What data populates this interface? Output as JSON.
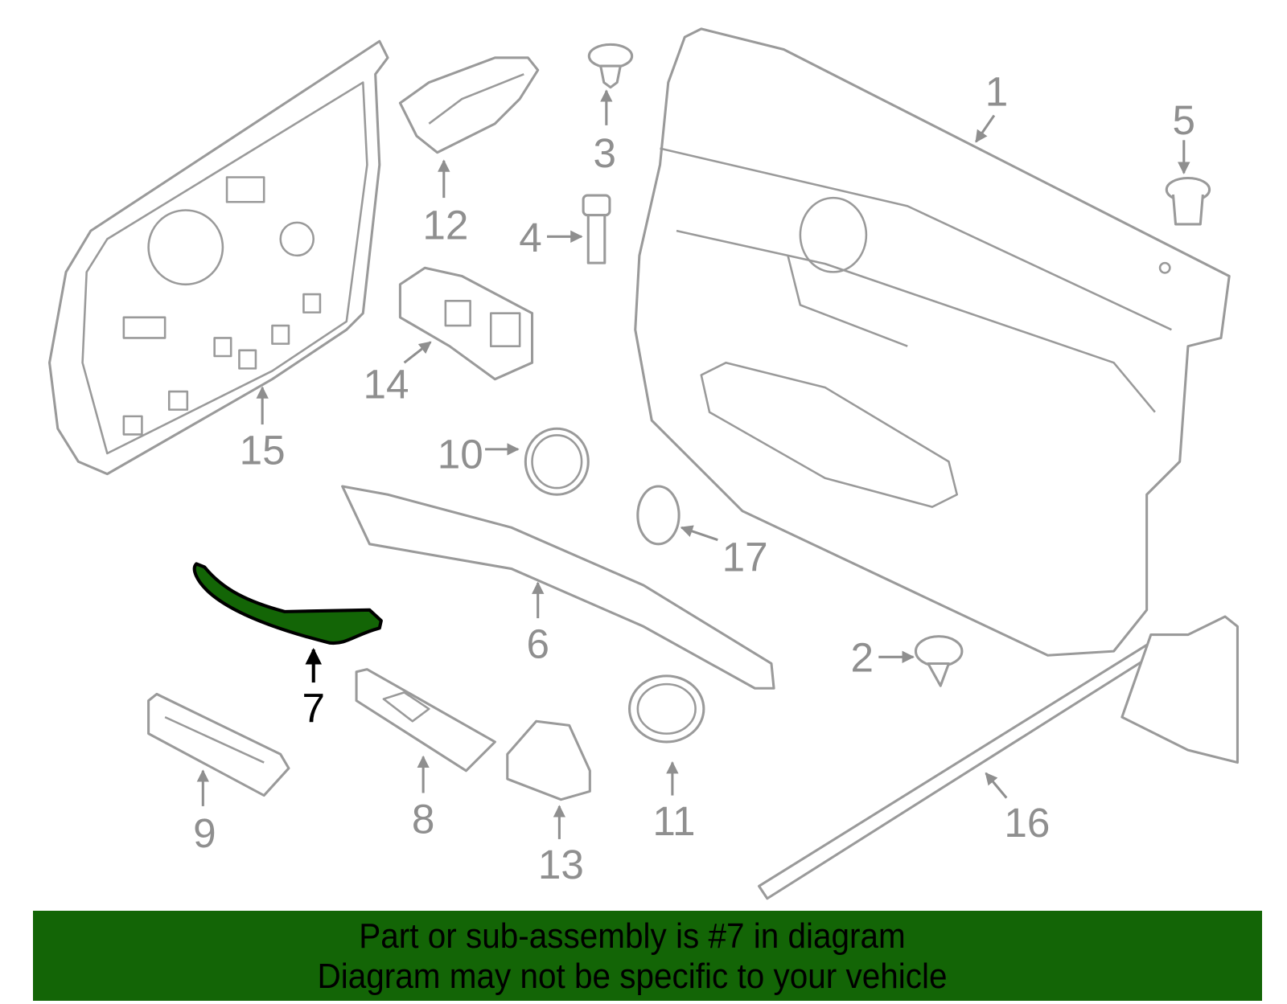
{
  "diagram": {
    "highlighted_part": "7",
    "highlight_color": "#136506",
    "part_labels": {
      "p1": "1",
      "p2": "2",
      "p3": "3",
      "p4": "4",
      "p5": "5",
      "p6": "6",
      "p7": "7",
      "p8": "8",
      "p9": "9",
      "p10": "10",
      "p11": "11",
      "p12": "12",
      "p13": "13",
      "p14": "14",
      "p15": "15",
      "p16": "16",
      "p17": "17"
    }
  },
  "banner": {
    "line1": "Part or sub-assembly is #7 in diagram",
    "line2": "Diagram may not be specific to your vehicle",
    "background": "#136506"
  }
}
